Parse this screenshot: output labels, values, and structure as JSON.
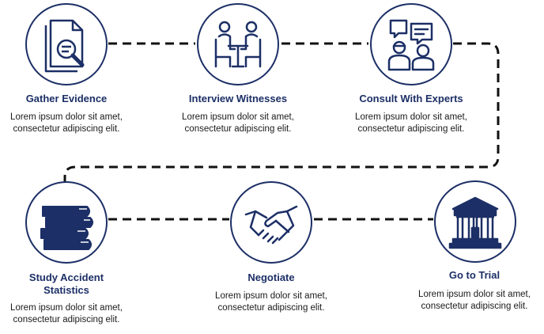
{
  "steps": [
    {
      "title": "Gather Evidence",
      "desc": [
        "Lorem ipsum dolor sit amet,",
        "consectetur adipiscing elit."
      ]
    },
    {
      "title": "Interview Witnesses",
      "desc": [
        "Lorem ipsum dolor sit amet,",
        "consectetur adipiscing elit."
      ]
    },
    {
      "title": "Consult With Experts",
      "desc": [
        "Lorem ipsum dolor sit amet,",
        "consectetur adipiscing elit."
      ]
    },
    {
      "title_lines": [
        "Study Accident",
        "Statistics"
      ],
      "desc": [
        "Lorem ipsum dolor sit amet,",
        "consectetur adipiscing elit."
      ]
    },
    {
      "title": "Negotiate",
      "desc": [
        "Lorem ipsum dolor sit amet,",
        "consectetur adipiscing elit."
      ]
    },
    {
      "title": "Go to Trial",
      "desc": [
        "Lorem ipsum dolor sit amet,",
        "consectetur adipiscing elit."
      ]
    }
  ],
  "colors": {
    "primary": "#1c2f66",
    "connector": "#111111",
    "text": "#1a1a1a"
  },
  "icons": [
    "document-search-icon",
    "interview-icon",
    "consultation-icon",
    "books-icon",
    "handshake-icon",
    "courthouse-icon"
  ]
}
